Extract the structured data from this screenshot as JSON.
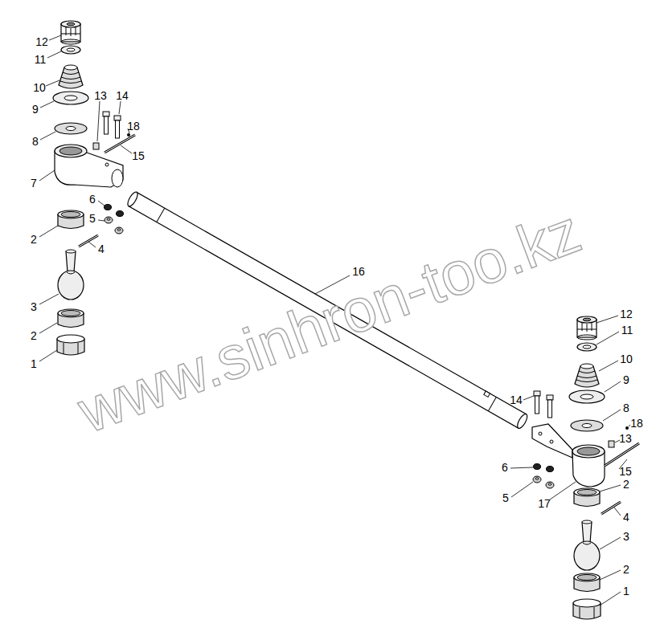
{
  "diagram": {
    "labels": [
      "12",
      "11",
      "10",
      "9",
      "8",
      "13",
      "14",
      "18",
      "15",
      "7",
      "6",
      "5",
      "2",
      "4",
      "16",
      "3",
      "2",
      "1",
      "www.sinhron-too.kz",
      "12",
      "11",
      "10",
      "9",
      "8",
      "14",
      "18",
      "13",
      "6",
      "15",
      "5",
      "2",
      "17",
      "4",
      "3",
      "2",
      "1"
    ]
  }
}
